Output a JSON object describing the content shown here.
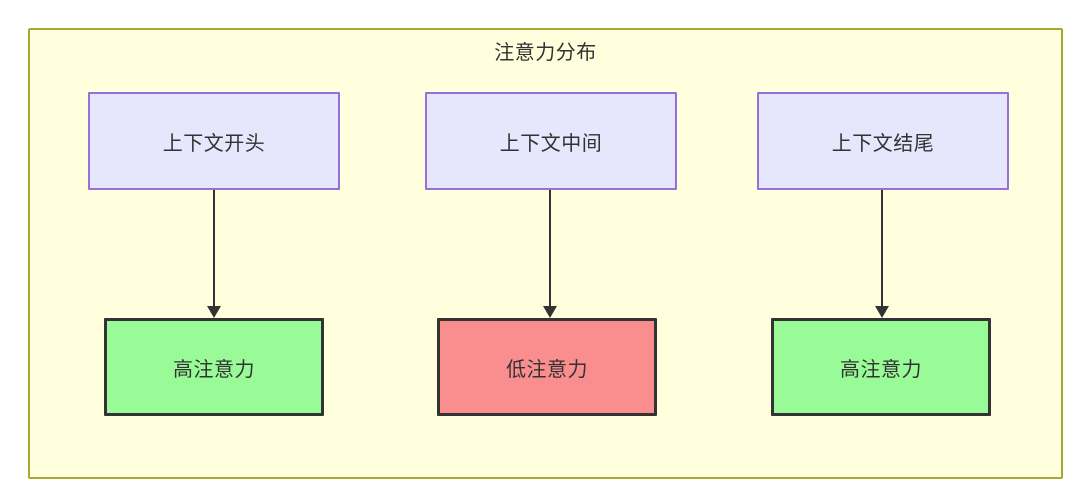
{
  "diagram": {
    "title": "注意力分布",
    "background_color": "#ffffff",
    "container": {
      "fill": "#ffffde",
      "stroke": "#aaaa33"
    },
    "node_styles": {
      "context_fill": "#e6e6fd",
      "context_stroke": "#9670d8",
      "high_attention_fill": "#98fb98",
      "low_attention_fill": "#fa8e8e",
      "emphasis_stroke": "#333333"
    },
    "top_nodes": [
      {
        "id": "context-start",
        "label": "上下文开头"
      },
      {
        "id": "context-middle",
        "label": "上下文中间"
      },
      {
        "id": "context-end",
        "label": "上下文结尾"
      }
    ],
    "bottom_nodes": [
      {
        "id": "high-attention-start",
        "label": "高注意力",
        "fill": "#98fb98"
      },
      {
        "id": "low-attention-middle",
        "label": "低注意力",
        "fill": "#fa8e8e"
      },
      {
        "id": "high-attention-end",
        "label": "高注意力",
        "fill": "#98fb98"
      }
    ],
    "edges": [
      {
        "from": "context-start",
        "to": "high-attention-start",
        "label": ""
      },
      {
        "from": "context-middle",
        "to": "low-attention-middle",
        "label": ""
      },
      {
        "from": "context-end",
        "to": "high-attention-end",
        "label": ""
      }
    ]
  }
}
